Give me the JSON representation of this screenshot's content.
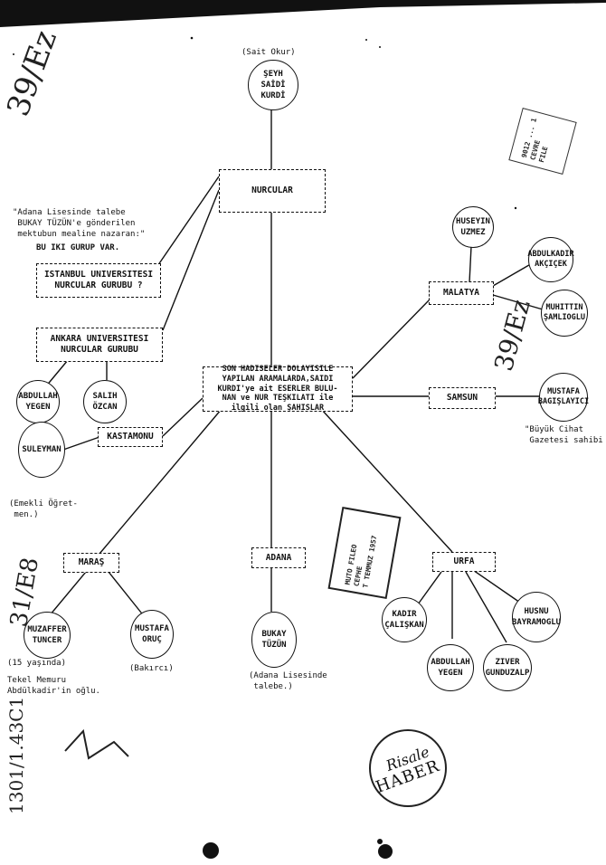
{
  "nodes": {
    "seyh": "ŞEYH\nSAİDİ\nKURDİ",
    "nurcular": "NURCULAR",
    "istanbul": "ISTANBUL UNIVERSITESI\nNURCULAR GURUBU ?",
    "ankara": "ANKARA UNIVERSITESI\nNURCULAR GURUBU",
    "center": "SON HADISELER DOLAYISILE\nYAPILAN ARAMALARDA,SAIDI\nKURDI'ye ait ESERLER BULU-\nNAN ve NUR TEŞKILATI ile\nilgili olan ŞAHISLAR",
    "malatya": "MALATYA",
    "samsun": "SAMSUN",
    "kastamonu": "KASTAMONU",
    "maras": "MARAŞ",
    "adana": "ADANA",
    "urfa": "URFA",
    "huseyin": "HUSEYIN\nUZMEZ",
    "abdulkadir_akcicek": "ABDULKADIR\nAKÇIÇEK",
    "muhittin": "MUHITTIN\nŞAMLIOGLU",
    "mustafa_bagislayici": "MUSTAFA\nBAGIŞLAYICI",
    "abdullah_yegen_1": "ABDULLAH\nYEGEN",
    "salih": "SALIH\nÖZCAN",
    "suleyman": "SULEYMAN",
    "muzaffer": "MUZAFFER\nTUNCER",
    "mustafa_oruc": "MUSTAFA\nORUÇ",
    "bukay": "BUKAY\nTÜZÜN",
    "kadir": "KADIR\nÇALIŞKAN",
    "abdullah_yegen_2": "ABDULLAH\nYEGEN",
    "ziver": "ZIVER\nGUNDUZALP",
    "husnu": "HUSNU\nBAYRAMOGLU"
  },
  "notes": {
    "sait_okur": "(Sait Okur)",
    "letter_quote": "\"Adana Lisesinde talebe\n BUKAY TÜZÜN'e gönderilen\n mektubun mealine nazaran:\"",
    "two_groups": "BU IKI GURUP VAR.",
    "buyuk_cihat": "\"Büyük Cihat\n Gazetesi sahibi",
    "emekli": "(Emekli Öğret-\n men.)",
    "yasinda": "(15 yaşında)",
    "tekel": "Tekel Memuru\nAbdülkadir'in oğlu.",
    "bakirci": "(Bakırcı)",
    "adana_lisesi": "(Adana Lisesinde\n talebe.)"
  },
  "annotations": {
    "hand_top_left": "39/Ez",
    "hand_mid_right": "39/Ez",
    "hand_left_bottom": "31/E8",
    "hand_left_vertical": "1301/1.43C1",
    "stamp_top_right": "9012 ... 1\nCEVRE\nFILE",
    "stamp_mid": "MUTO FILEO\nCEPHE\nT TEMMUZ 1957"
  },
  "watermark": {
    "line1": "Risale",
    "line2": "HABER"
  }
}
